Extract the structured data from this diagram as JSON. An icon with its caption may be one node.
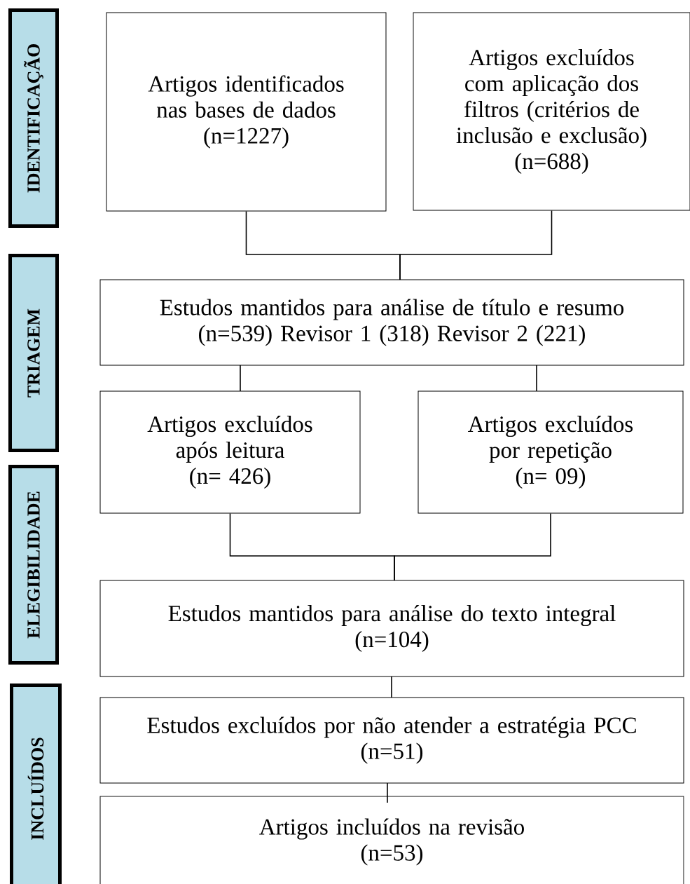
{
  "diagram": {
    "nodes": [
      {
        "text": [
          "IDENTIFICAÇÃO"
        ]
      },
      {
        "text": [
          "TRIAGEM"
        ]
      },
      {
        "text": [
          "ELEGIBILIDADE"
        ]
      },
      {
        "text": [
          "INCLUÍDOS"
        ]
      },
      {
        "text": [
          "Artigos identificados nas bases de dados",
          "(n=1227)"
        ]
      },
      {
        "text": [
          "Artigos excluídos com aplicação dos filtros (critérios de inclusão e exclusão)",
          "(n=688)"
        ]
      },
      {
        "text": [
          "Estudos mantidos para análise de título e resumo",
          "(n=539) Revisor 1 (318) Revisor 2 (221)"
        ]
      },
      {
        "text": [
          "Artigos excluídos após leitura",
          "(n= 426)"
        ]
      },
      {
        "text": [
          "Artigos excluídos por repetição",
          "(n= 09)"
        ]
      },
      {
        "text": [
          "Estudos mantidos para análise do texto integral",
          "(n=104)"
        ]
      },
      {
        "text": [
          "Estudos excluídos por não atender a estratégia PCC",
          "(n=51)"
        ]
      },
      {
        "text": [
          "Artigos incluídos na revisão",
          "(n=53)"
        ]
      }
    ],
    "edges": [
      {
        "from": 4,
        "to": 6,
        "arrow": "none"
      },
      {
        "from": 5,
        "to": 6,
        "arrow": "none"
      },
      {
        "from": 6,
        "to": 7,
        "arrow": "none"
      },
      {
        "from": 6,
        "to": 8,
        "arrow": "none"
      },
      {
        "from": 7,
        "to": 9,
        "arrow": "none"
      },
      {
        "from": 8,
        "to": 9,
        "arrow": "none"
      },
      {
        "from": 9,
        "to": 10,
        "arrow": "none"
      },
      {
        "from": 10,
        "to": 11,
        "arrow": "none"
      }
    ]
  }
}
